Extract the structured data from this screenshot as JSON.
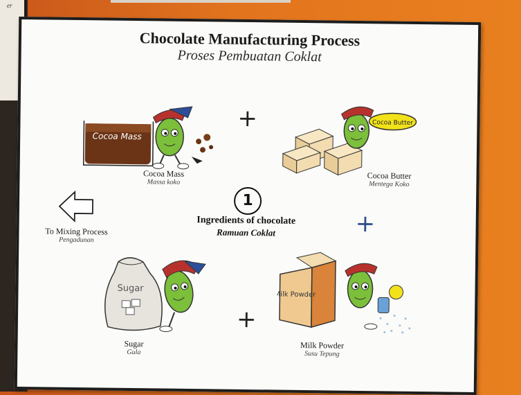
{
  "wall": {
    "prev_sign_text": "er"
  },
  "board": {
    "title": "Chocolate Manufacturing Process",
    "subtitle": "Proses Pembuatan Coklat"
  },
  "center": {
    "number": "1",
    "title": "Ingredients of chocolate",
    "subtitle": "Ramuan Coklat"
  },
  "items": {
    "cocoa_mass": {
      "label": "Cocoa Mass",
      "sublabel": "Massa koko",
      "pictured_text": "Cocoa Mass"
    },
    "cocoa_butter": {
      "label": "Cocoa Butter",
      "sublabel": "Mentega Koko",
      "pictured_text": "Cocoa Butter"
    },
    "sugar": {
      "label": "Sugar",
      "sublabel": "Gula",
      "pictured_text": "Sugar"
    },
    "milk_powder": {
      "label": "Milk Powder",
      "sublabel": "Susu Tepung",
      "pictured_text": "Milk Powder"
    }
  },
  "mixing": {
    "label": "To Mixing Process",
    "sublabel": "Pengadunan"
  },
  "plus_symbol": "+",
  "colors": {
    "wall": "#e2741e",
    "bean_green": "#7cbf3a",
    "cocoa_brown": "#6b3416",
    "butter_tan": "#f2dcb0",
    "plus_blue": "#2c4d8a",
    "cap_red": "#b8322d",
    "cap_blue": "#2d4f9a",
    "label_yellow": "#f2e21a"
  }
}
